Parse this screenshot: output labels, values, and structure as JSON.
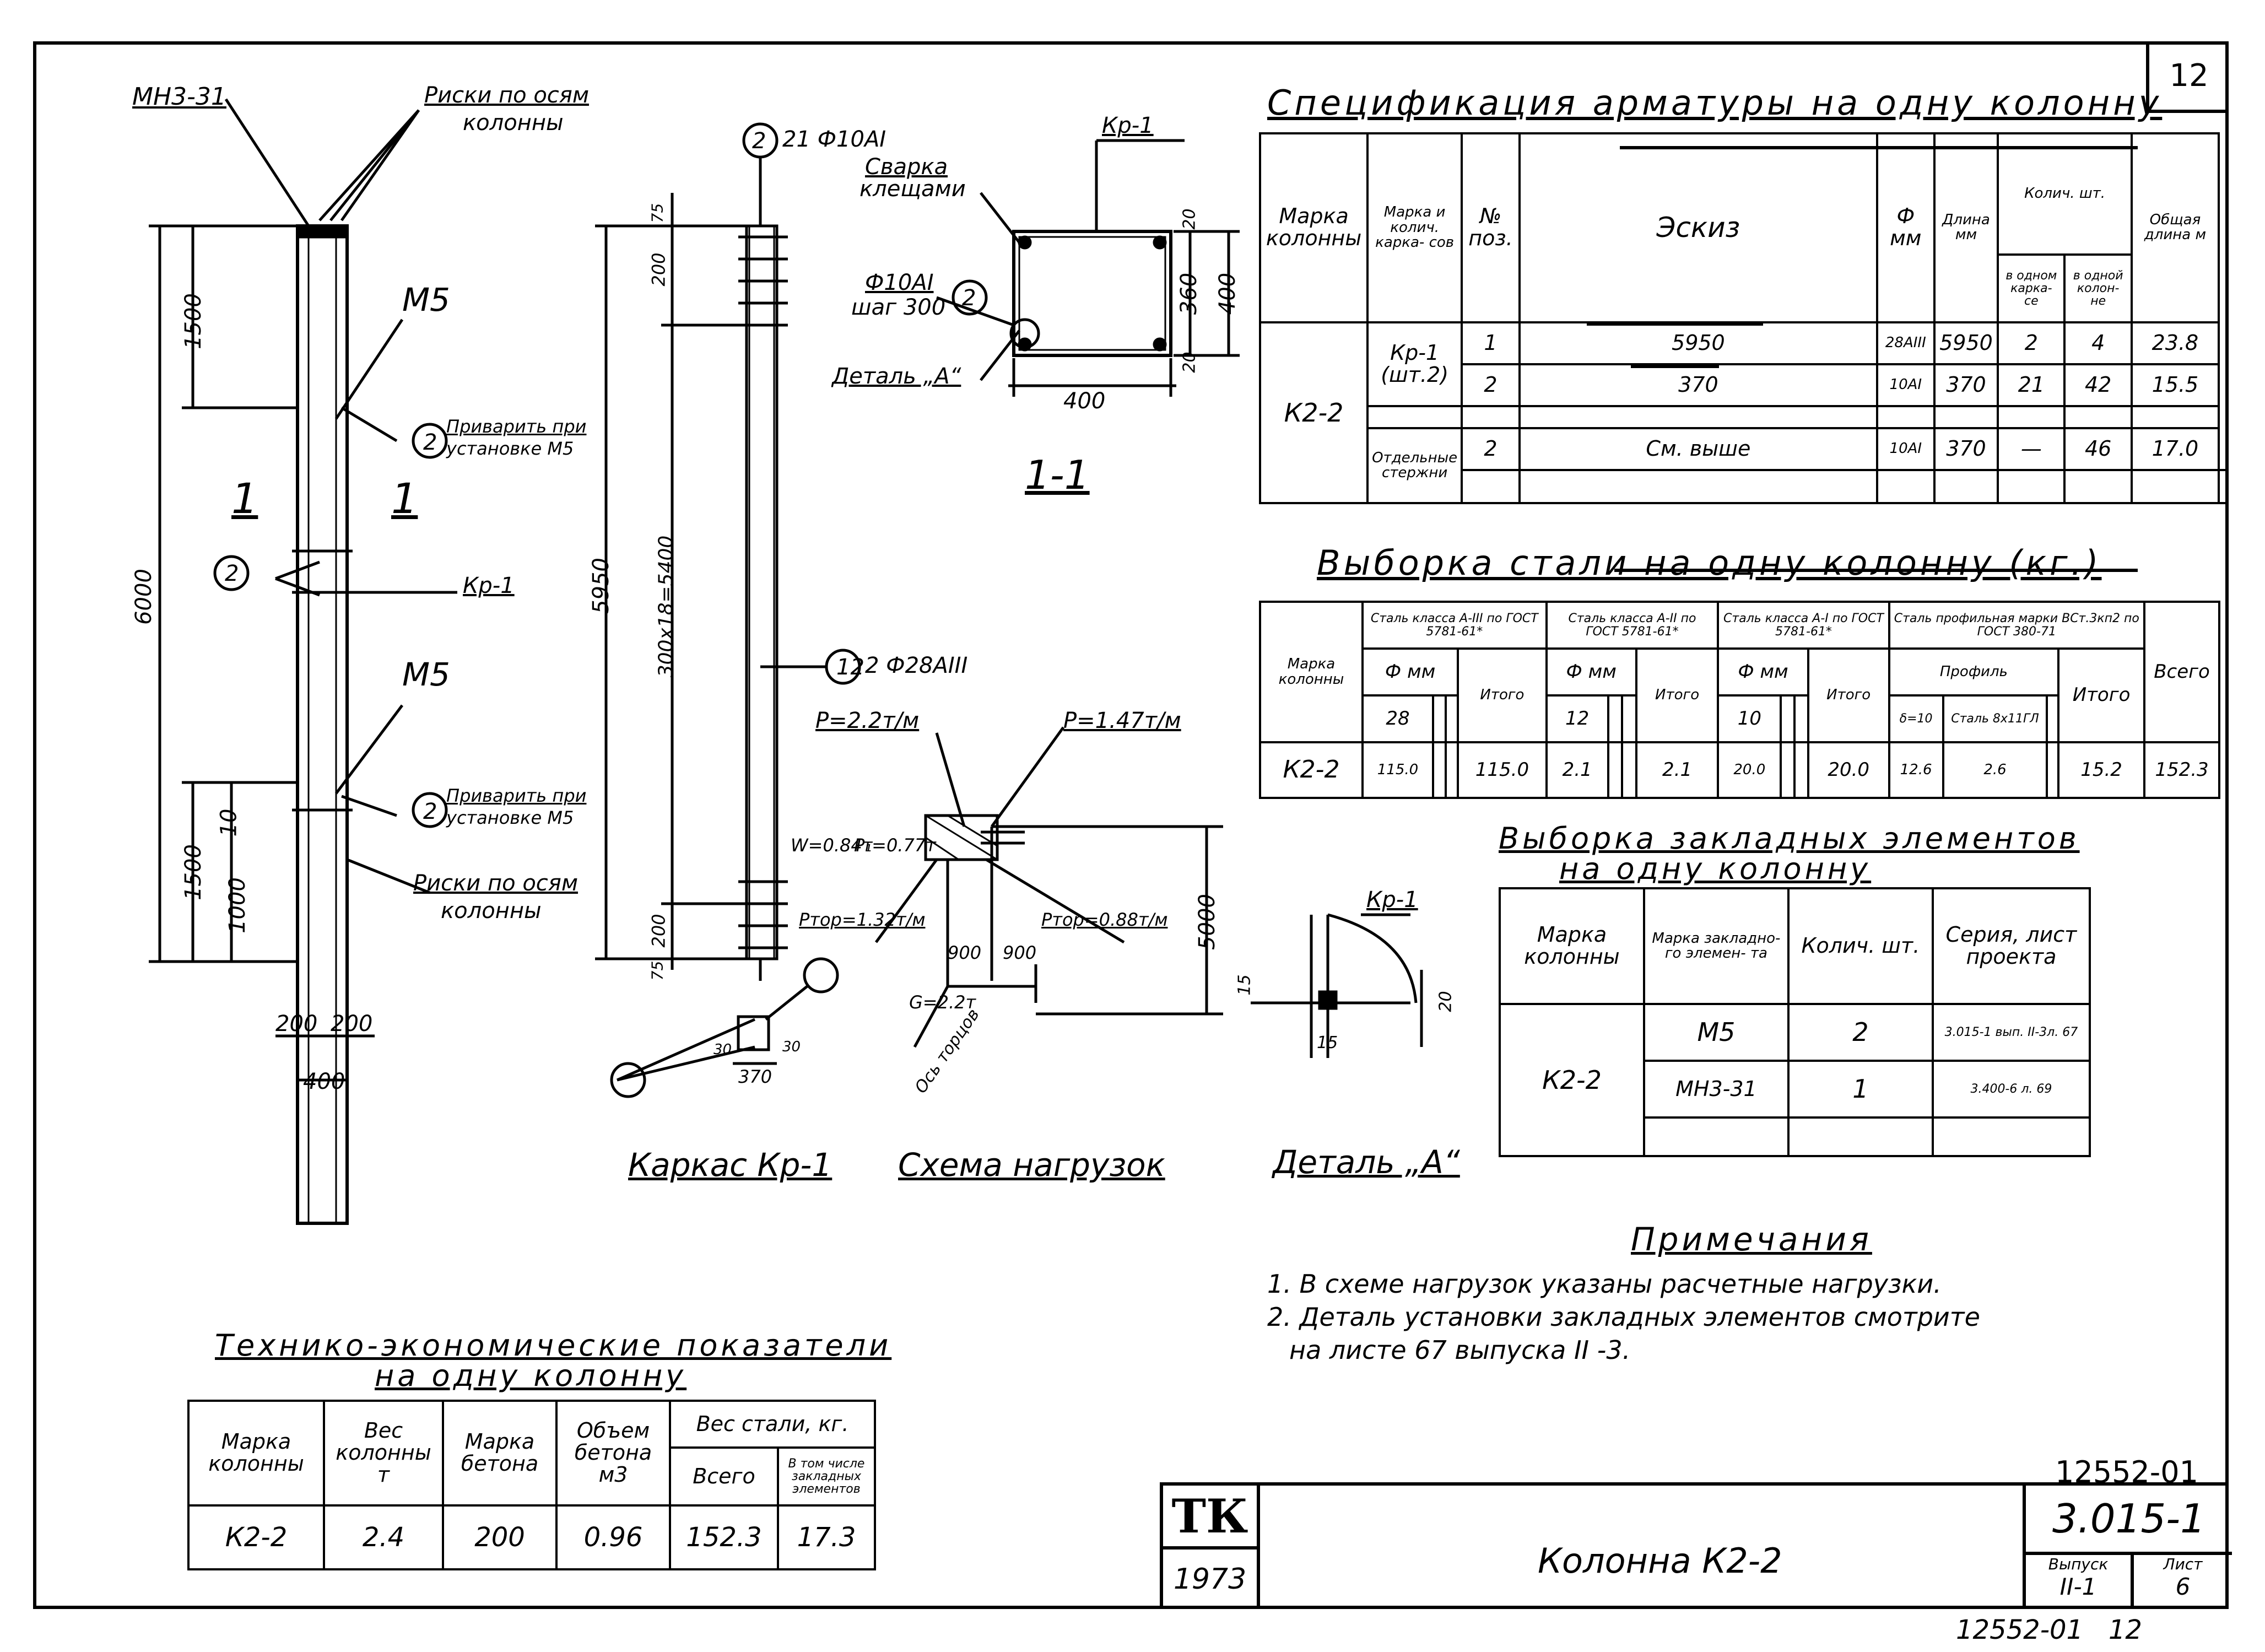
{
  "sheet_number": "12",
  "callouts": {
    "mn": "МН3-31",
    "riski_top_1": "Риски по осям",
    "riski_top_2": "колонны",
    "m5_a": "М5",
    "m5_b": "М5",
    "privarit_a_1": "Приварить при",
    "privarit_a_2": "установке М5",
    "privarit_b_1": "Приварить при",
    "privarit_b_2": "установке М5",
    "riski_bot_1": "Риски по осям",
    "riski_bot_2": "колонны",
    "kr1": "Кр-1",
    "sec_1": "1",
    "sec_1b": "1",
    "n2": "2",
    "dim_1500_a": "1500",
    "dim_6000": "6000",
    "dim_1500_b": "1500",
    "dim_1000": "1000",
    "dim_10": "10",
    "dim_200_a": "200",
    "dim_200_b": "200",
    "dim_400": "400",
    "bar2_lbl": "21 Ф10АI",
    "bar1_lbl": "2 Ф28АIII",
    "dim_5950": "5950",
    "dim_spacing": "300х18=5400",
    "dim_75_top": "75",
    "dim_200_kt": "200",
    "dim_200_kb": "200",
    "dim_75_bot": "75",
    "dim_370": "370",
    "dim_30_a": "30",
    "dim_30_b": "30",
    "svarka_1": "Сварка",
    "svarka_2": "клещами",
    "step_1": "Ф10АI",
    "step_2": "шаг 300",
    "detal_a": "Деталь „А“",
    "kr1_sec": "Кр-1",
    "s_360": "360",
    "s_400v": "400",
    "s_400h": "400",
    "s_20a": "20",
    "s_20b": "20",
    "section_title": "1-1",
    "p1": "P=2.2т/м",
    "p2": "P=1.47т/м",
    "w": "W=0.84т",
    "p3": "P₁=0.77т",
    "ptop1": "Pтор=1.32т/м",
    "ptop2": "Pтор=0.88т/м",
    "d900a": "900",
    "d900b": "900",
    "g": "G=2.2т",
    "os": "Ось торцов",
    "d5000": "5000",
    "det_kr": "Кр-1",
    "det_15a": "15",
    "det_15b": "15",
    "det_20": "20"
  },
  "captions": {
    "karkas": "Каркас Кр-1",
    "schema": "Схема нагрузок",
    "detal": "Деталь „А“"
  },
  "spec": {
    "title": "Спецификация арматуры на одну колонну",
    "h_marka": "Марка колонны",
    "h_marka_k": "Марка и колич. карка- сов",
    "h_pos": "№ поз.",
    "h_eskiz": "Эскиз",
    "h_phi": "Ф мм",
    "h_len": "Длина мм",
    "h_qty": "Колич. шт.",
    "h_q1": "в одном карка- се",
    "h_q2": "в одной колон- не",
    "h_total": "Общая длина м",
    "col": "К2-2",
    "frame": "Кр-1 (шт.2)",
    "rows": [
      {
        "pos": "1",
        "eskiz": "5950",
        "phi": "28АIII",
        "len": "5950",
        "q1": "2",
        "q2": "4",
        "total": "23.8"
      },
      {
        "pos": "2",
        "eskiz": "370",
        "phi": "10АI",
        "len": "370",
        "q1": "21",
        "q2": "42",
        "total": "15.5"
      }
    ],
    "sep_label": "Отдельные стержни",
    "sep": {
      "pos": "2",
      "eskiz": "См. выше",
      "phi": "10АI",
      "len": "370",
      "q1": "—",
      "q2": "46",
      "total": "17.0"
    }
  },
  "steel": {
    "title": "Выборка стали на одну колонну (кг.)",
    "h_marka": "Марка колонны",
    "h_a3": "Сталь класса А-III по ГОСТ 5781-61*",
    "h_a2": "Сталь класса А-II по ГОСТ 5781-61*",
    "h_a1": "Сталь класса А-I по ГОСТ 5781-61*",
    "h_prof": "Сталь профильная марки ВСт.3кп2 по ГОСТ 380-71",
    "h_phi": "Ф мм",
    "h_profil": "Профиль",
    "h_itogo": "Итого",
    "h_vsego": "Всего",
    "d28": "28",
    "d12": "12",
    "d10": "10",
    "dd10": "δ=10",
    "dsq": "Сталь 8х11ГЛ",
    "row": {
      "marka": "К2-2",
      "a3": "115.0",
      "a3_itogo": "115.0",
      "a2": "2.1",
      "a2_itogo": "2.1",
      "a1": "20.0",
      "a1_itogo": "20.0",
      "p1": "12.6",
      "p2": "2.6",
      "p_itogo": "15.2",
      "vsego": "152.3"
    }
  },
  "embed": {
    "title1": "Выборка закладных элементов",
    "title2": "на одну колонну",
    "h_marka": "Марка колонны",
    "h_zakl": "Марка закладно- го элемен- та",
    "h_qty": "Колич. шт.",
    "h_seria": "Серия, лист проекта",
    "col": "К2-2",
    "rows": [
      {
        "mark": "М5",
        "qty": "2",
        "seria": "3.015-1 вып. II-3л. 67"
      },
      {
        "mark": "МН3-31",
        "qty": "1",
        "seria": "3.400-6 л. 69"
      }
    ]
  },
  "notes": {
    "title": "Примечания",
    "lines": [
      "1. В схеме нагрузок указаны расчетные нагрузки.",
      "2. Деталь установки закладных элементов смотрите",
      "на листе 67 выпуска II -3."
    ]
  },
  "tech": {
    "title1": "Технико-экономические показатели",
    "title2": "на одну колонну",
    "h_marka": "Марка колонны",
    "h_ves": "Вес колонны т",
    "h_beton": "Марка бетона",
    "h_obem": "Объем бетона м3",
    "h_steel": "Вес стали, кг.",
    "h_vsego": "Всего",
    "h_zakl": "В том числе закладных элементов",
    "row": {
      "marka": "К2-2",
      "ves": "2.4",
      "beton": "200",
      "obem": "0.96",
      "vsego": "152.3",
      "zakl": "17.3"
    }
  },
  "stamp": {
    "code": "12552-01",
    "logo": "ТК",
    "year": "1973",
    "name": "Колонна К2-2",
    "series": "3.015-1",
    "vyp_label": "Выпуск",
    "vyp": "II-1",
    "list_label": "Лист",
    "list": "6",
    "footer": "12552-01   12"
  }
}
